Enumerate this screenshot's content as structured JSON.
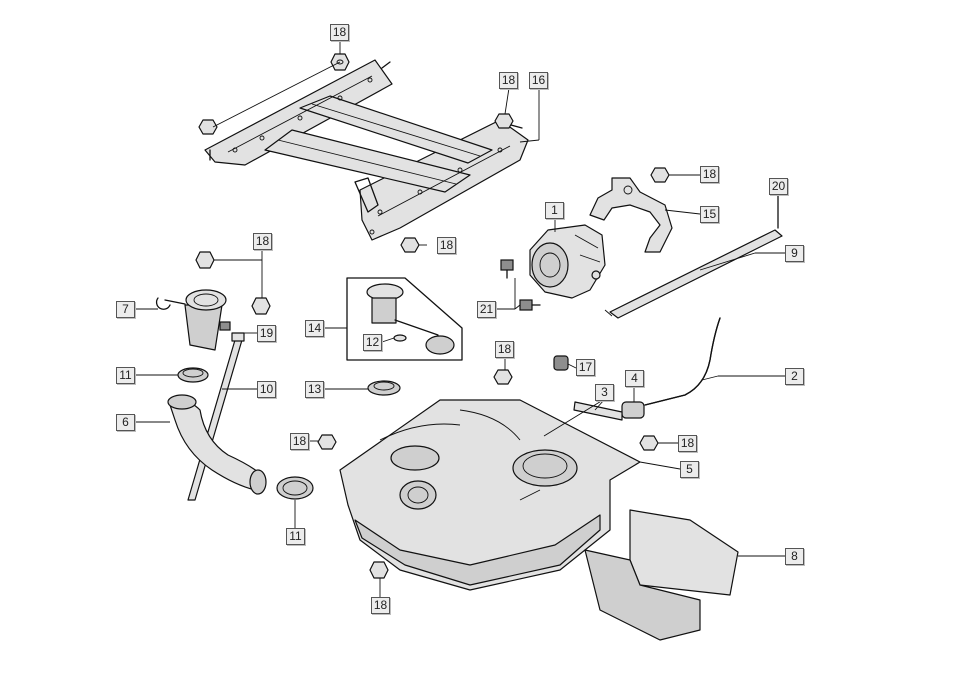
{
  "diagram": {
    "callouts": [
      {
        "id": "c-18-a",
        "label": "18"
      },
      {
        "id": "c-18-b",
        "label": "18"
      },
      {
        "id": "c-16",
        "label": "16"
      },
      {
        "id": "c-18-c",
        "label": "18"
      },
      {
        "id": "c-15",
        "label": "15"
      },
      {
        "id": "c-20",
        "label": "20"
      },
      {
        "id": "c-1",
        "label": "1"
      },
      {
        "id": "c-18-d",
        "label": "18"
      },
      {
        "id": "c-18-e",
        "label": "18"
      },
      {
        "id": "c-9",
        "label": "9"
      },
      {
        "id": "c-7",
        "label": "7"
      },
      {
        "id": "c-19",
        "label": "19"
      },
      {
        "id": "c-14",
        "label": "14"
      },
      {
        "id": "c-12",
        "label": "12"
      },
      {
        "id": "c-21",
        "label": "21"
      },
      {
        "id": "c-18-f",
        "label": "18"
      },
      {
        "id": "c-17",
        "label": "17"
      },
      {
        "id": "c-2",
        "label": "2"
      },
      {
        "id": "c-11-a",
        "label": "11"
      },
      {
        "id": "c-10",
        "label": "10"
      },
      {
        "id": "c-13",
        "label": "13"
      },
      {
        "id": "c-3",
        "label": "3"
      },
      {
        "id": "c-4",
        "label": "4"
      },
      {
        "id": "c-6",
        "label": "6"
      },
      {
        "id": "c-18-g",
        "label": "18"
      },
      {
        "id": "c-18-h",
        "label": "18"
      },
      {
        "id": "c-5",
        "label": "5"
      },
      {
        "id": "c-11-b",
        "label": "11"
      },
      {
        "id": "c-8",
        "label": "8"
      },
      {
        "id": "c-18-i",
        "label": "18"
      }
    ]
  }
}
